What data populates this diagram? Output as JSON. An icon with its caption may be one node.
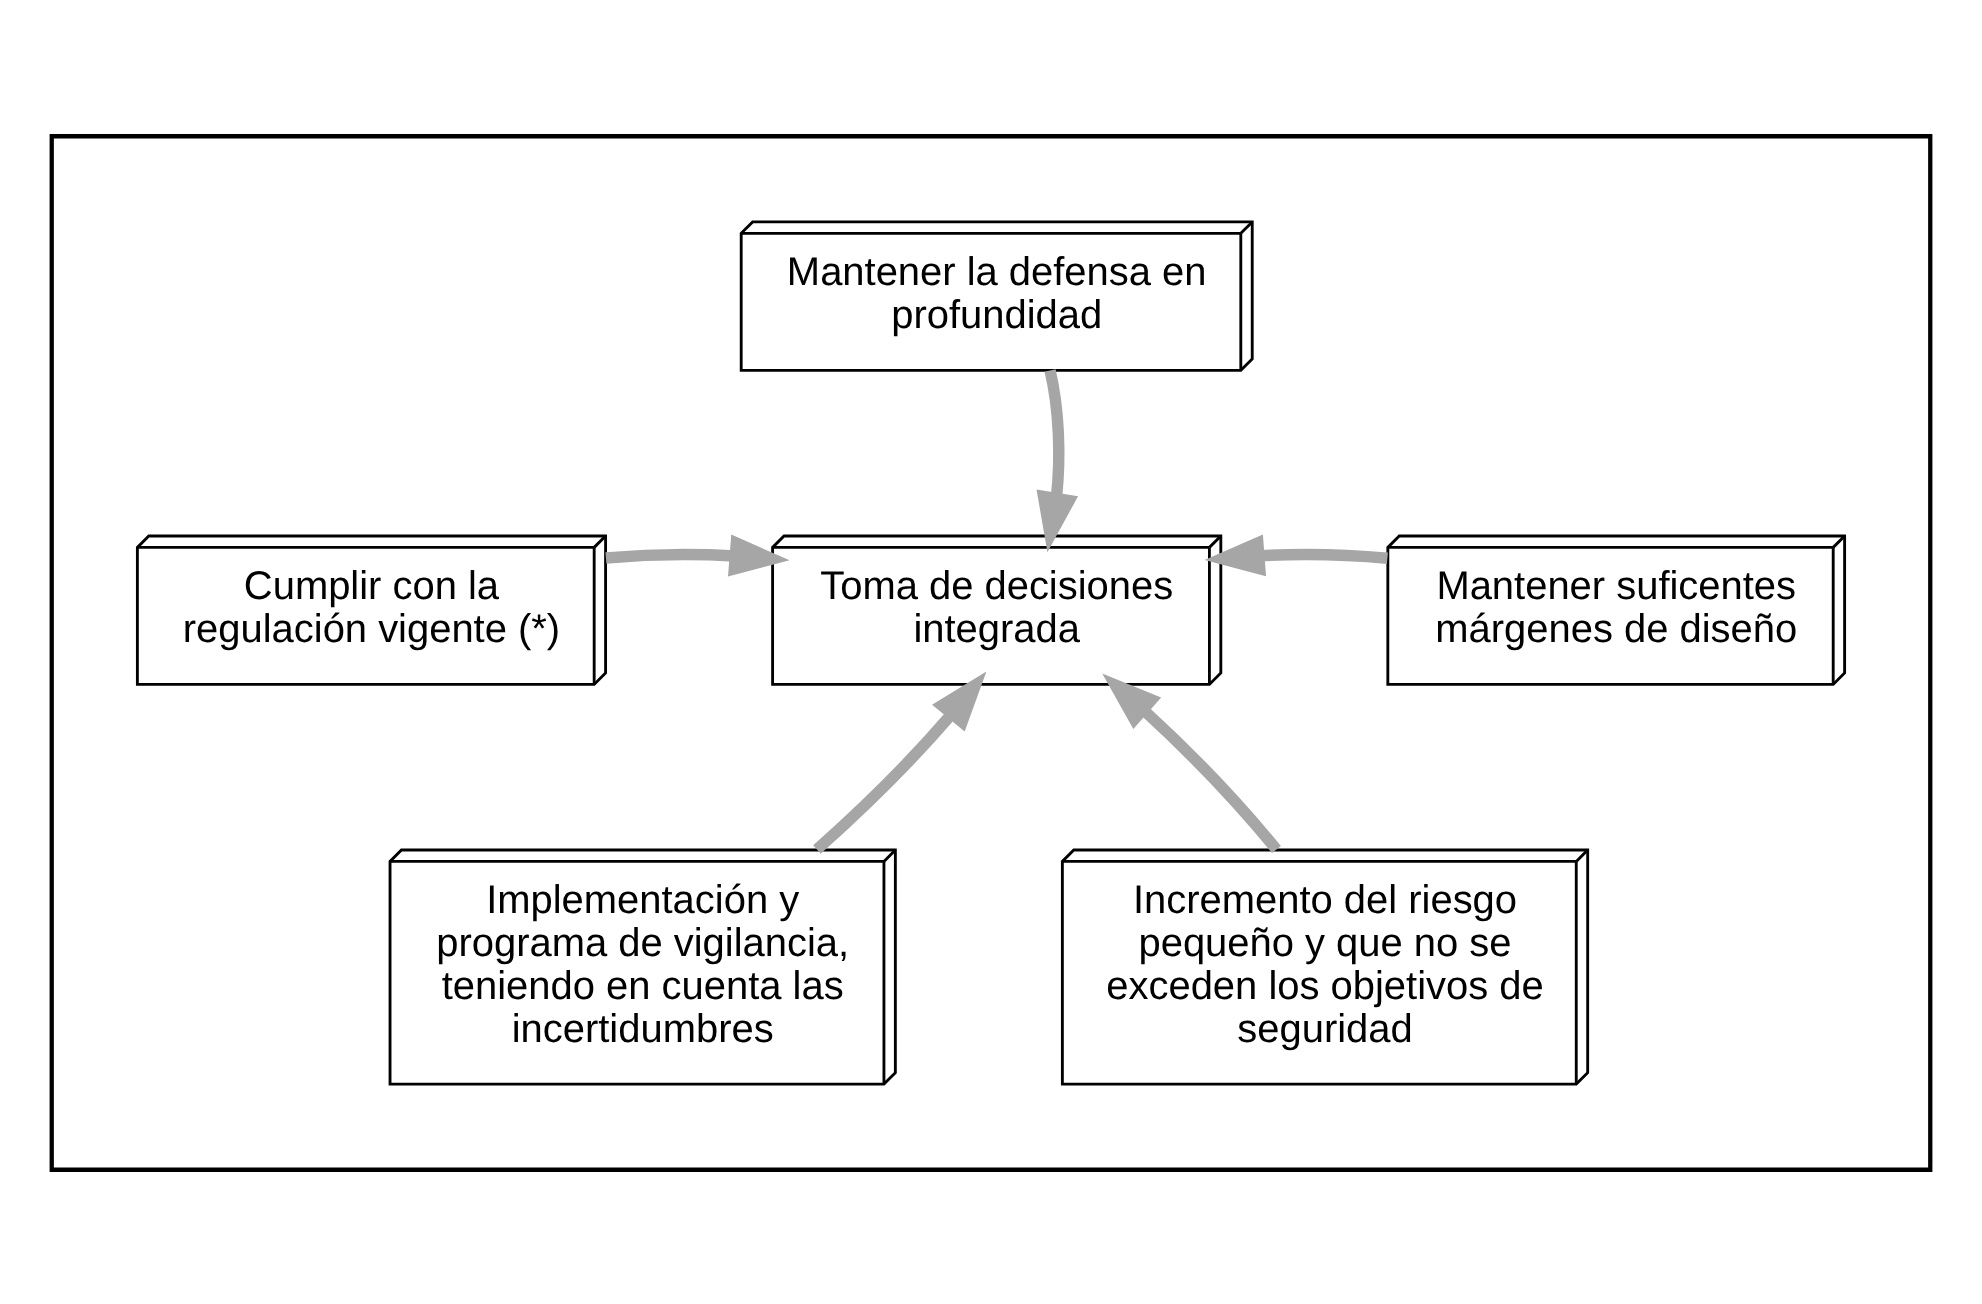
{
  "diagram": {
    "nodes": [
      {
        "text": [],
        "shape": "box"
      },
      {
        "text": [
          "Mantener la defensa en profundidad"
        ],
        "in": 0
      },
      {
        "text": [
          "Cumplir con la regulación vigente (*)"
        ],
        "in": 0
      },
      {
        "text": [
          "Toma de decisiones integrada"
        ],
        "in": 0
      },
      {
        "text": [
          "Mantener suficentes márgenes de diseño"
        ],
        "in": 0
      },
      {
        "text": [
          "Implementación y programa de vigilancia, teniendo en cuenta las incertidumbres"
        ],
        "in": 0
      },
      {
        "text": [
          "Incremento del riesgo pequeño y que no se exceden los objetivos de seguridad"
        ],
        "in": 0
      }
    ],
    "edges": [
      {
        "from": 1,
        "to": 3,
        "arrow": "to"
      },
      {
        "from": 2,
        "to": 3,
        "arrow": "to"
      },
      {
        "from": 4,
        "to": 3,
        "arrow": "to"
      },
      {
        "from": 5,
        "to": 3,
        "arrow": "to"
      },
      {
        "from": 6,
        "to": 3,
        "arrow": "to"
      }
    ]
  }
}
